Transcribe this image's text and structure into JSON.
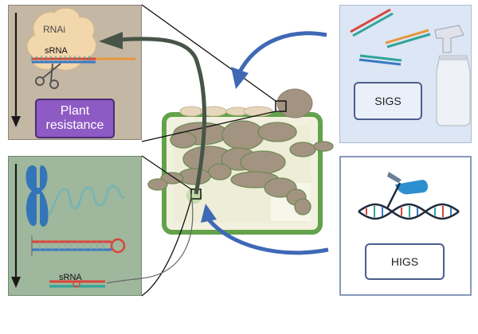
{
  "figure": {
    "rnai_label": "RNAi",
    "srna_top_label": "sRNA",
    "srna_bottom_label": "sRNA",
    "plant_resistance_label": "Plant\nresistance",
    "sigs_label": "SIGS",
    "higs_label": "HIGS"
  },
  "colors": {
    "rnai_panel": "#c4b7a3",
    "higs_mechanism_panel": "#9fb79c",
    "sigs_panel": "#dce6f4",
    "resistance_box": "#8e5ac4",
    "arrow_blue": "#3f69b5",
    "arrow_dark": "#475448",
    "leaf_border": "#63a24b",
    "pathogen": "#a39482",
    "chromosome": "#3375b8",
    "rna_red": "#d9443a",
    "rna_teal": "#2fa49a",
    "rna_orange": "#e8963b",
    "rna_blue": "#3a79c4"
  },
  "icons": [
    "rnai-complex-icon",
    "scissors-icon",
    "chromosome-icon",
    "dna-helix-icon",
    "hairpin-rna-icon",
    "spray-bottle-icon",
    "hand-pen-icon"
  ]
}
